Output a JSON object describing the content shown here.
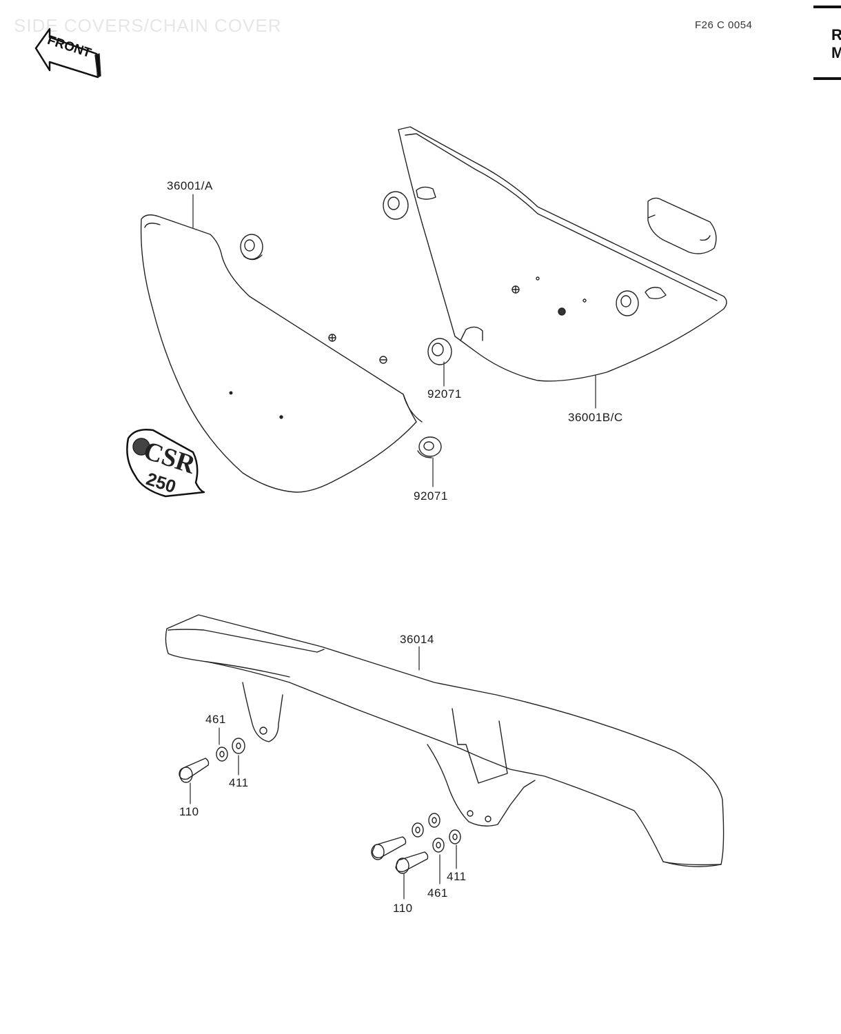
{
  "header": {
    "title": "SIDE COVERS/CHAIN COVER",
    "code": "F26 C 0054",
    "front_arrow_text": "FRONT"
  },
  "side_tab": {
    "lines": [
      "R",
      "M"
    ]
  },
  "badge": {
    "line1": "CSR",
    "line2": "250"
  },
  "callouts": {
    "left_cover": "36001/A",
    "right_cover": "36001B/C",
    "grommet_mid": "92071",
    "grommet_low": "92071",
    "chain_cover": "36014",
    "washer_461_a": "461",
    "washer_411_a": "411",
    "bolt_110_a": "110",
    "washer_411_b": "411",
    "washer_461_b": "461",
    "bolt_110_b": "110"
  }
}
